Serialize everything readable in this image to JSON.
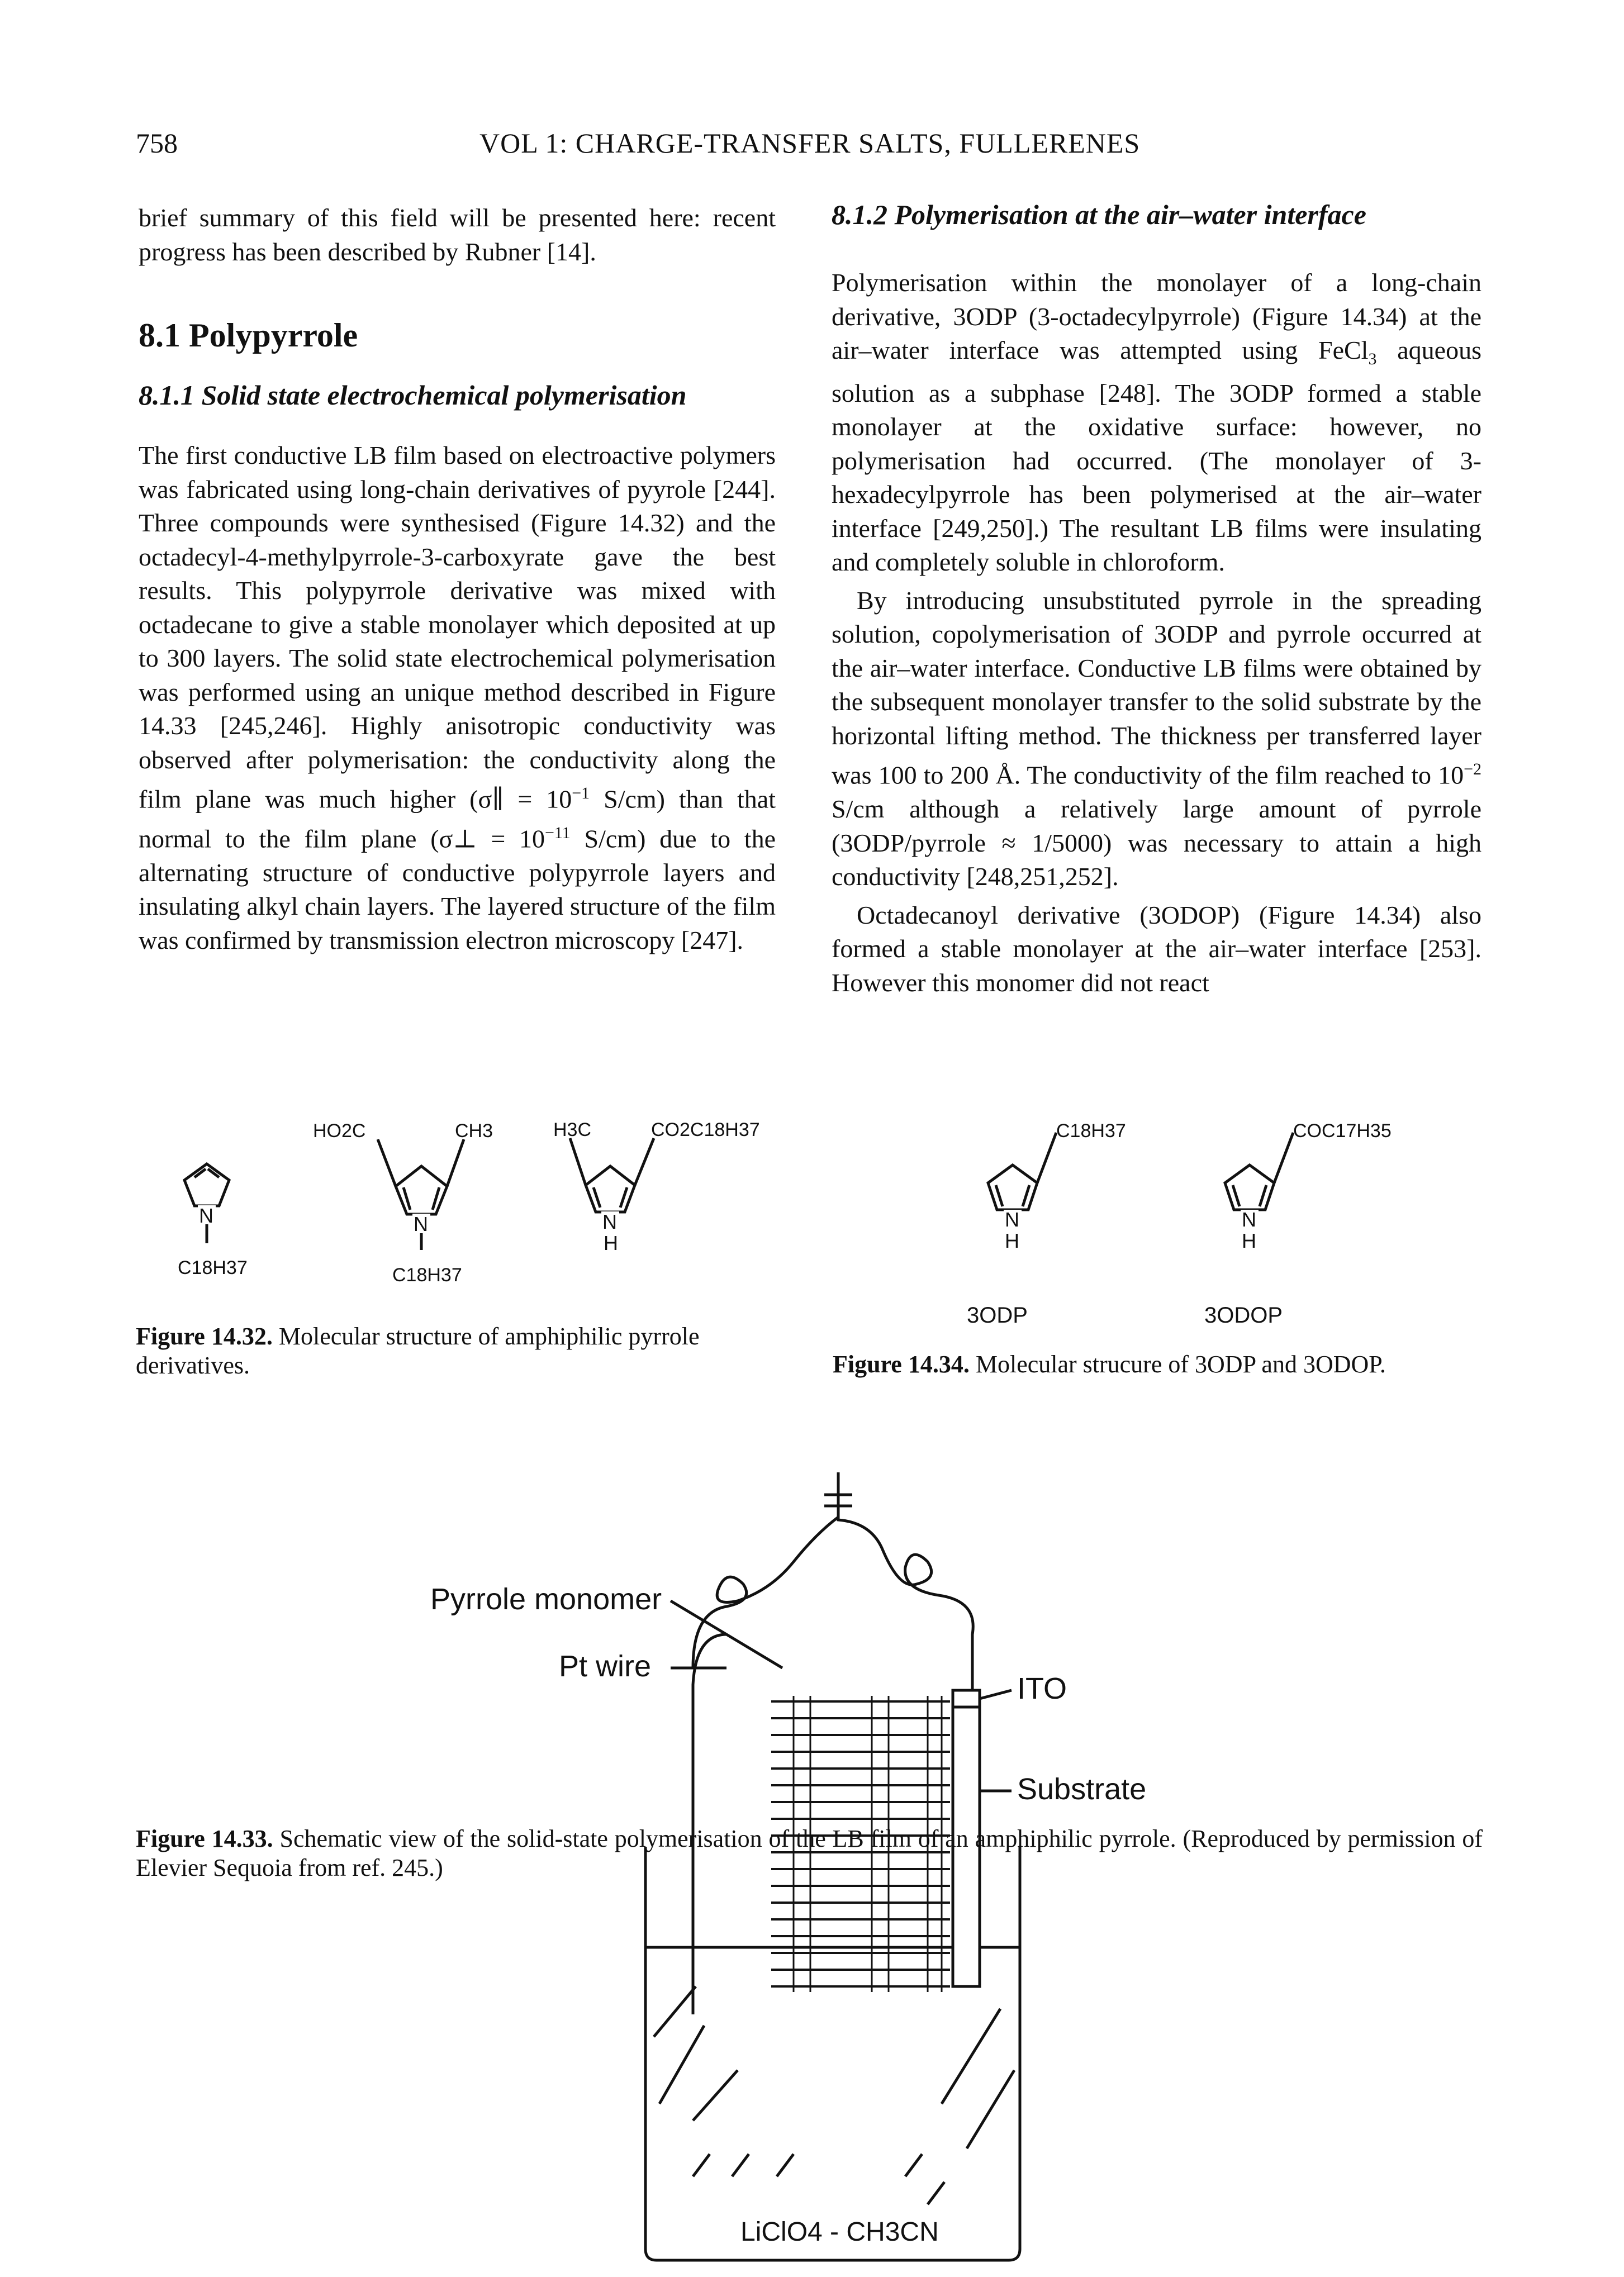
{
  "header": {
    "page_number": "758",
    "running_title": "VOL 1: CHARGE-TRANSFER SALTS, FULLERENES"
  },
  "left_column": {
    "intro": "brief summary of this field will be presented here: recent progress has been described by Rubner [14].",
    "section_title": "8.1 Polypyrrole",
    "subsection_title": "8.1.1 Solid state electrochemical polymerisation",
    "para1_a": "The first conductive LB film based on electroactive polymers was fabricated using long-chain derivatives of pyyrole [244]. Three compounds were synthesised (Figure 14.32) and the octadecyl-4-methylpyrrole-3-carboxyrate gave the best results. This polypyrrole derivative was mixed with octadecane to give a stable monolayer which deposited at up to 300 layers. The solid state electrochemical polymerisation was performed using an unique method described in Figure 14.33 [245,246]. Highly anisotropic conductivity was observed after polymerisation: the conductivity along the film plane was much higher (",
    "sigma_par": "σ∥ = 10",
    "sigma_par_exp": "−1",
    "para1_b": " S/cm) than that normal to the film plane (",
    "sigma_perp": "σ⊥ = 10",
    "sigma_perp_exp": "−11",
    "para1_c": " S/cm) due to the alternating structure of conductive polypyrrole layers and insulating alkyl chain layers. The layered structure of the film was confirmed by transmission electron microscopy [247]."
  },
  "right_column": {
    "subsection_title": "8.1.2 Polymerisation at the air–water interface",
    "para1_a": "Polymerisation within the monolayer of a long-chain derivative, 3ODP (3-octadecylpyrrole) (Figure 14.34) at the air–water interface was attempted using FeCl",
    "para1_sub": "3",
    "para1_b": " aqueous solution as a subphase [248]. The 3ODP formed a stable monolayer at the oxidative surface: however, no polymerisation had occurred. (The monolayer of 3-hexadecylpyrrole has been polymerised at the air–water interface [249,250].) The resultant LB films were insulating and completely soluble in chloroform.",
    "para2_a": "By introducing unsubstituted pyrrole in the spreading solution, copolymerisation of 3ODP and pyrrole occurred at the air–water interface. Conductive LB films were obtained by the subsequent monolayer transfer to the solid substrate by the horizontal lifting method. The thickness per transferred layer was 100 to 200 Å. The conductivity of the film reached to 10",
    "para2_exp": "−2",
    "para2_b": " S/cm although a relatively large amount of pyrrole (3ODP/pyrrole ≈ 1/5000) was necessary to attain a high conductivity [248,251,252].",
    "para3": "Octadecanoyl derivative (3ODOP) (Figure 14.34) also formed a stable monolayer at the air–water interface [253]. However this monomer did not react"
  },
  "figure_14_32": {
    "labels": {
      "n_label": "N",
      "nh_label": "N",
      "h_label": "H",
      "c18h37_a": "C18H37",
      "c18h37_b": "C18H37",
      "ho2c": "HO2C",
      "ch3": "CH3",
      "h3c": "H3C",
      "co2c18h37": "CO2C18H37"
    },
    "caption_label": "Figure 14.32.",
    "caption_text": " Molecular structure of amphiphilic pyrrole derivatives."
  },
  "figure_14_34": {
    "labels": {
      "c18h37": "C18H37",
      "coc17h35": "COC17H35",
      "name_3odp": "3ODP",
      "name_3odop": "3ODOP"
    },
    "caption_label": "Figure 14.34.",
    "caption_text": " Molecular strucure of 3ODP and 3ODOP."
  },
  "figure_14_33": {
    "labels": {
      "pyrrole_monomer": "Pyrrole monomer",
      "pt_wire": "Pt wire",
      "ito": "ITO",
      "substrate": "Substrate",
      "electrolyte": "LiClO4 - CH3CN"
    },
    "caption_label": "Figure 14.33.",
    "caption_text": " Schematic view of the solid-state polymerisation of the LB film of an amphiphilic pyrrole. (Reproduced by permission of Elevier Sequoia from ref. 245.)"
  }
}
